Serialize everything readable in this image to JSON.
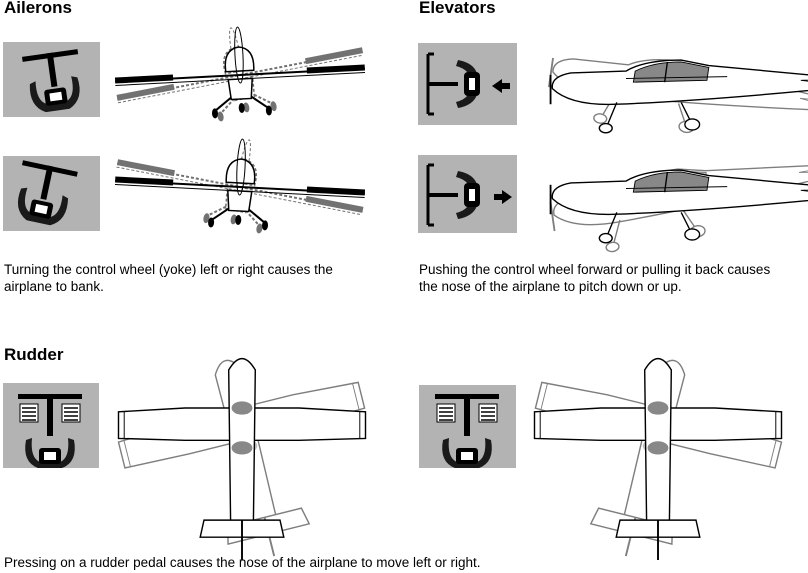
{
  "sections": {
    "ailerons": {
      "title": "Ailerons",
      "caption_line1": "Turning the control wheel (yoke) left or right causes the",
      "caption_line2": "airplane to bank."
    },
    "elevators": {
      "title": "Elevators",
      "caption_line1": "Pushing the control wheel forward or pulling it back causes",
      "caption_line2": "the nose of the airplane to pitch down or up."
    },
    "rudder": {
      "title": "Rudder",
      "caption": "Pressing on a rudder pedal causes the nose of the airplane to move left or right."
    }
  },
  "colors": {
    "panel_gray": "#b3b3b3",
    "ink": "#000000",
    "control_surface_shade": "#888888"
  },
  "icons": [
    "yoke-top-view-icon",
    "yoke-side-view-icon",
    "rudder-pedal-icon",
    "arrow-left-icon",
    "arrow-right-icon"
  ]
}
